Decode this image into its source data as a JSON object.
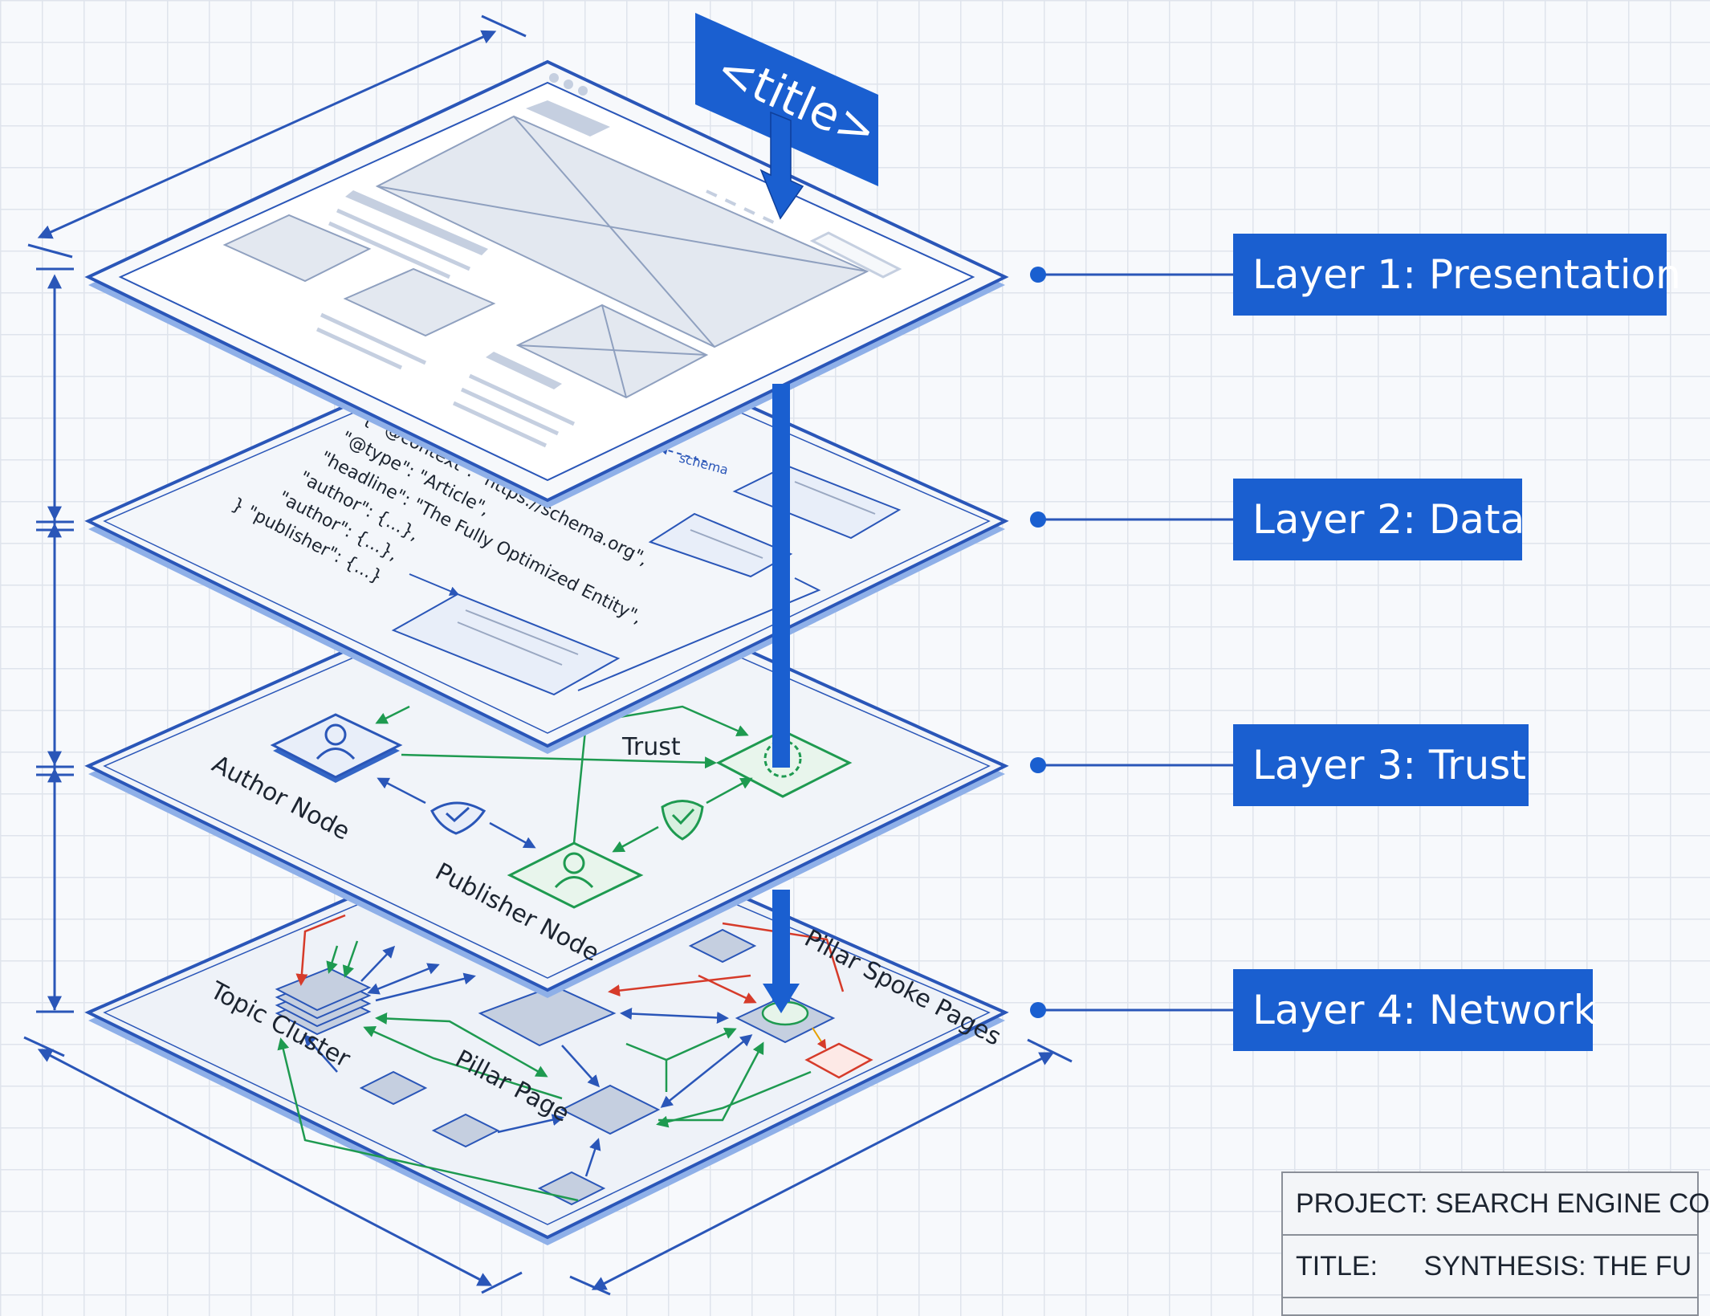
{
  "tag_badge": "<title>",
  "layers": [
    {
      "label": "Layer 1: Presentation"
    },
    {
      "label": "Layer 2: Data"
    },
    {
      "label": "Layer 3: Trust"
    },
    {
      "label": "Layer 4: Network"
    }
  ],
  "code_lines": [
    "{ \"@context\": \"https://schema.org\",",
    "\"@type\": \"Article\",",
    "\"headline\": \"The Fully Optimized Entity\",",
    "\"author\": {...},",
    "\"author\": {...},",
    "} \"publisher\": {...}"
  ],
  "code_tag": "schema",
  "trust": {
    "author_node": "Author Node",
    "publisher_node": "Publisher Node",
    "trust_edge": "Trust"
  },
  "network": {
    "topic_cluster": "Topic Cluster",
    "pillar_page": "Pillar Page",
    "spoke_pages": "Pillar Spoke Pages"
  },
  "title_block": {
    "project_key": "PROJECT:",
    "project_value": "SEARCH ENGINE CO",
    "title_key": "TITLE:",
    "title_value": "SYNTHESIS: THE FU"
  },
  "colors": {
    "primary_blue": "#1a5fd0",
    "outline_blue": "#2a56b8",
    "trust_green": "#1e9a50",
    "alert_red": "#d63b2a",
    "grid": "#dfe4ec"
  }
}
